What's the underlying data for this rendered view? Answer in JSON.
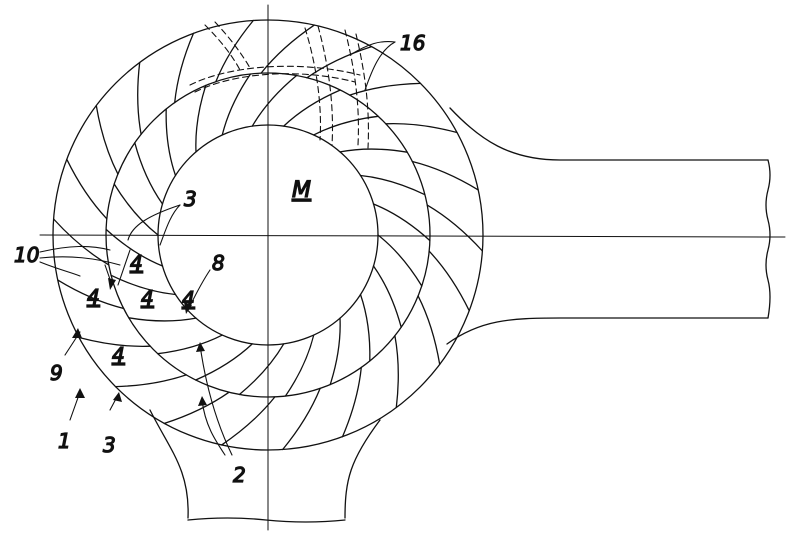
{
  "figure": {
    "labels": {
      "center": "M",
      "ref_16": "16",
      "ref_3_top": "3",
      "ref_3_bottom": "3",
      "ref_8": "8",
      "ref_10": "10",
      "ref_9": "9",
      "ref_1": "1",
      "ref_2": "2",
      "cell_4a": "4",
      "cell_4b": "4",
      "cell_4c": "4",
      "cell_4d": "4",
      "cell_4e": "4"
    },
    "colors": {
      "ink": "#111111",
      "paper": "#ffffff"
    }
  }
}
